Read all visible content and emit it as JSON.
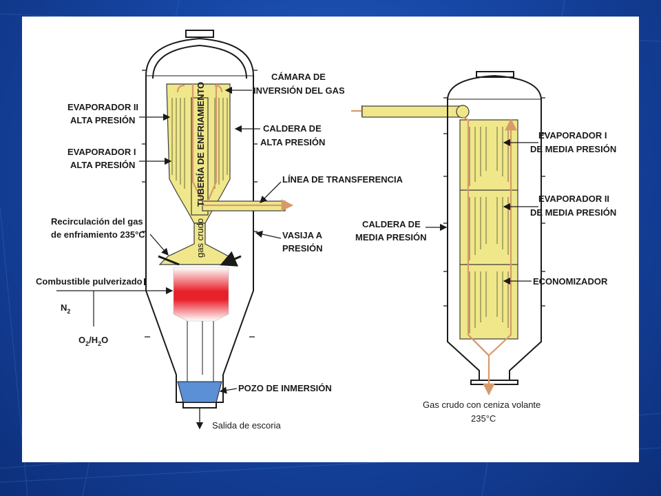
{
  "labels": {
    "camara_l1": "CÁMARA DE",
    "camara_l2": "INVERSIÓN DEL GAS",
    "evap2_hp_l1": "EVAPORADOR II",
    "evap2_hp_l2": "ALTA PRESIÓN",
    "caldera_hp_l1": "CALDERA DE",
    "caldera_hp_l2": "ALTA PRESIÓN",
    "evap1_hp_l1": "EVAPORADOR I",
    "evap1_hp_l2": "ALTA PRESIÓN",
    "linea": "LÍNEA DE TRANSFERENCIA",
    "tuberia": "TUBERÍA DE ENFRIAMIENTO",
    "gas_crudo": "gas crudo",
    "recirc_l1": "Recirculación del gas",
    "recirc_l2": "de enfriamiento 235°C",
    "vasija_l1": "VASIJA A",
    "vasija_l2": "PRESIÓN",
    "combustible": "Combustible pulverizado",
    "n2_base": "N",
    "n2_sub": "2",
    "o2_a": "O",
    "o2_sub1": "2",
    "o2_b": "/H",
    "o2_sub2": "2",
    "o2_c": "O",
    "pozo": "POZO DE INMERSIÓN",
    "salida": "Salida de escoria",
    "evap1_mp_l1": "EVAPORADOR I",
    "evap1_mp_l2": "DE MEDIA PRESIÓN",
    "evap2_mp_l1": "EVAPORADOR II",
    "evap2_mp_l2": "DE MEDIA PRESIÓN",
    "caldera_mp_l1": "CALDERA DE",
    "caldera_mp_l2": "MEDIA PRESIÓN",
    "economizador": "ECONOMIZADOR",
    "gas_out_l1": "Gas crudo con ceniza volante",
    "gas_out_l2": "235°C"
  },
  "colors": {
    "background": "#1747a6",
    "panel": "#ffffff",
    "heat_exchanger": "#efe78a",
    "flame": "#e8202a",
    "quench_pool": "#5b8fd6",
    "gas_flow": "#d89a6a"
  }
}
